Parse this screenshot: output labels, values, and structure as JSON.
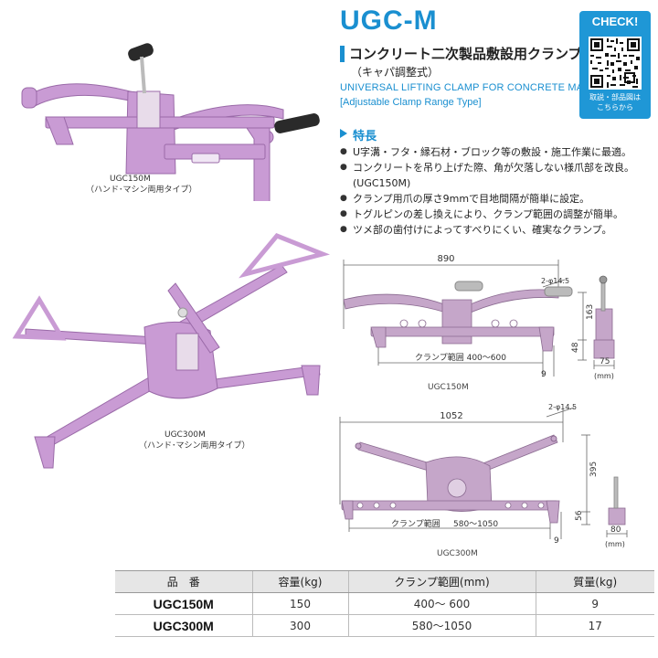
{
  "header": {
    "title": "UGC-M",
    "subtitle": "コンクリート二次製品敷設用クランプ",
    "subtitle_note": "（キャパ調整式）",
    "english_title": "UNIVERSAL LIFTING CLAMP FOR CONCRETE MATERIAL",
    "english_note": "[Adjustable Clamp Range Type]"
  },
  "check_box": {
    "label": "CHECK!",
    "caption_line1": "取説・部品図は",
    "caption_line2": "こちらから"
  },
  "features": {
    "heading": "特長",
    "items": [
      "U字溝・フタ・縁石材・ブロック等の敷設・施工作業に最適。",
      "コンクリートを吊り上げた際、角が欠落しない様爪部を改良。",
      "(UGC150M)",
      "クランプ用爪の厚さ9mmで目地間隔が簡単に設定。",
      "トグルピンの差し換えにより、クランプ範囲の調整が簡単。",
      "ツメ部の歯付けによってすべりにくい、確実なクランプ。"
    ]
  },
  "products": {
    "ugc150": {
      "model_line": "UGC150M",
      "type_line": "（ハンド･マシン両用タイプ）"
    },
    "ugc300": {
      "model_line": "UGC300M",
      "type_line": "（ハンド･マシン両用タイプ）"
    }
  },
  "diagram_150": {
    "width": "890",
    "hole": "2-φ14.5",
    "height": "163",
    "lower": "48",
    "range": "クランプ範囲 400～600",
    "thickness": "9",
    "side_width": "75",
    "unit": "(mm)",
    "caption": "UGC150M"
  },
  "diagram_300": {
    "width": "1052",
    "hole": "2-φ14.5",
    "height": "395",
    "lower": "56",
    "range_label": "クランプ範囲",
    "range_value": "580～1050",
    "thickness": "9",
    "side_width": "80",
    "unit": "(mm)",
    "caption": "UGC300M"
  },
  "colors": {
    "accent": "#1a8fd0",
    "clamp_purple": "#c99bd4",
    "diagram_purple": "#c5a6c9"
  },
  "table": {
    "headers": [
      "品　番",
      "容量(kg)",
      "クランプ範囲(mm)",
      "質量(kg)"
    ],
    "rows": [
      [
        "UGC150M",
        "150",
        "400～ 600",
        "9"
      ],
      [
        "UGC300M",
        "300",
        "580～1050",
        "17"
      ]
    ]
  }
}
